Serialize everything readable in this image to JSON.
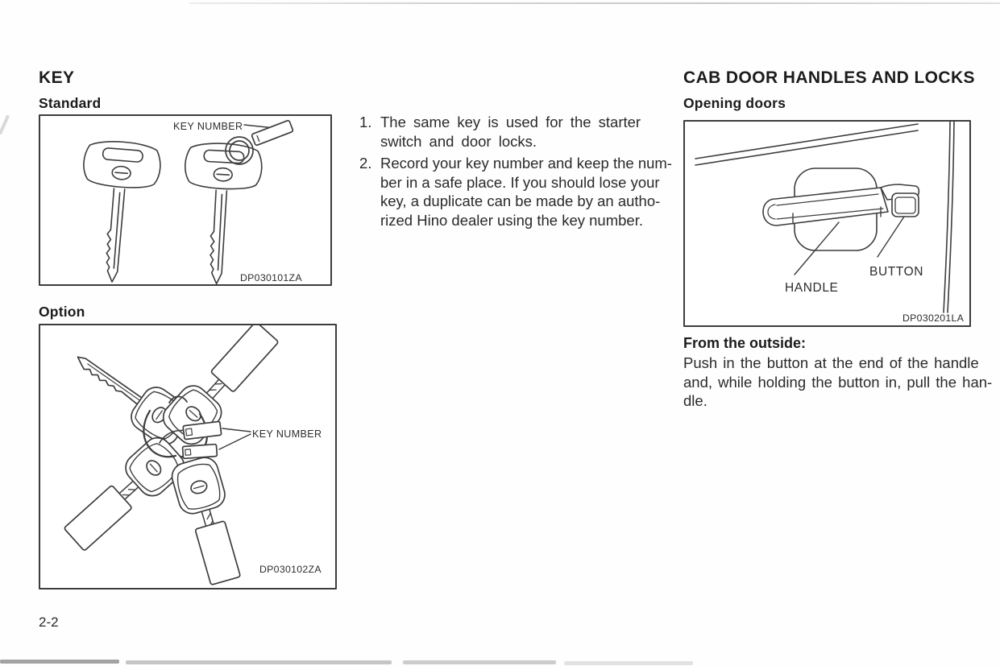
{
  "page": {
    "number": "2-2"
  },
  "left_column": {
    "heading": "KEY",
    "standard": {
      "subheading": "Standard",
      "figure": {
        "key_number_label": "KEY NUMBER",
        "code": "DP030101ZA"
      }
    },
    "option": {
      "subheading": "Option",
      "figure": {
        "key_number_label": "KEY NUMBER",
        "code": "DP030102ZA"
      }
    }
  },
  "center_column": {
    "items": [
      {
        "marker": "1.",
        "text": "The same key is used for the starter\nswitch and door locks."
      },
      {
        "marker": "2.",
        "text": "Record your key number and keep the num-\nber in a safe place. If you should lose your\nkey, a duplicate can be made by an autho-\nrized Hino dealer using the key number."
      }
    ]
  },
  "right_column": {
    "heading": "CAB DOOR HANDLES AND LOCKS",
    "subheading": "Opening doors",
    "figure": {
      "handle_label": "HANDLE",
      "button_label": "BUTTON",
      "code": "DP030201LA"
    },
    "from_outside": {
      "heading": "From the outside:",
      "text": "Push in the button at the end of the handle\nand, while holding the button in, pull the han-\ndle."
    }
  },
  "colors": {
    "ink": "#2a2a2a",
    "line_art": "#3d3d3d",
    "background": "#fefefe"
  }
}
